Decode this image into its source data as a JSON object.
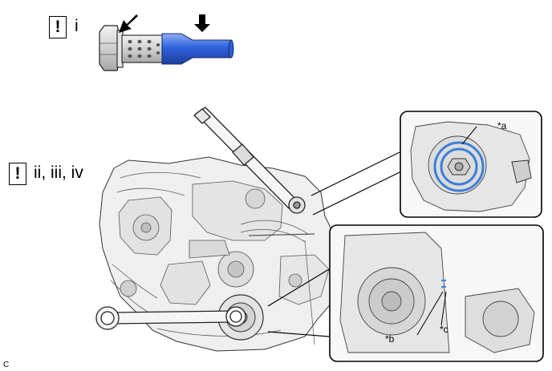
{
  "steps": {
    "first": {
      "symbol": "!",
      "label": "i"
    },
    "second": {
      "symbol": "!",
      "label": "ii, iii, iv"
    }
  },
  "callouts": {
    "a": "*a",
    "b": "*b",
    "c": "*c"
  },
  "figure_code": "C",
  "colors": {
    "oil_control_valve": "#2b5fd6",
    "valve_highlight": "#6d93ee",
    "detail_highlight": "#3d7fd8",
    "line": "#000000",
    "metal_shade": "#cfcfcf"
  }
}
